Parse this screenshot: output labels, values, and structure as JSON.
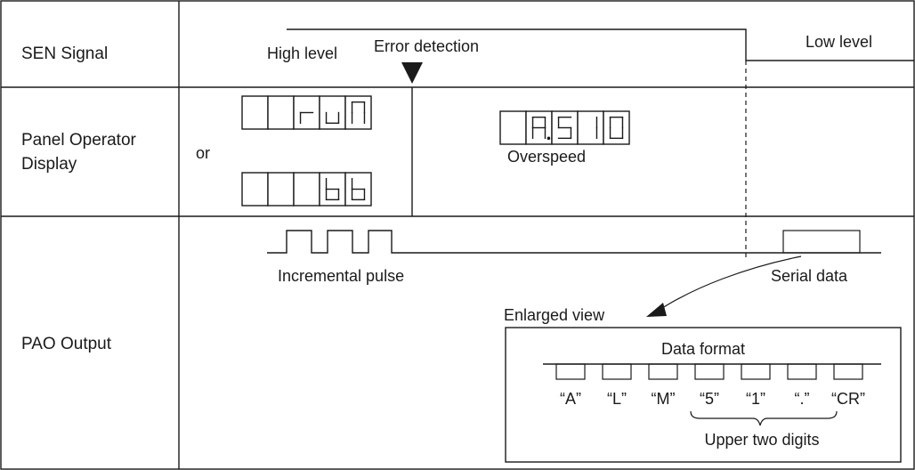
{
  "rows": {
    "sen_signal": "SEN Signal",
    "panel_display_line1": "Panel Operator",
    "panel_display_line2": "Display",
    "pao_output": "PAO Output"
  },
  "sen": {
    "high_level": "High level",
    "error_detection": "Error detection",
    "low_level": "Low level"
  },
  "panel": {
    "or": "or",
    "overspeed": "Overspeed",
    "display_run": [
      "",
      "",
      "r",
      "u",
      "n"
    ],
    "display_bb": [
      "",
      "",
      "",
      "b",
      "b"
    ],
    "display_alarm": [
      "",
      "A.",
      "5",
      "1",
      "0"
    ]
  },
  "pao": {
    "incremental_pulse": "Incremental pulse",
    "serial_data": "Serial data",
    "enlarged_view": "Enlarged view",
    "data_format": "Data format",
    "characters": [
      "“A”",
      "“L”",
      "“M”",
      "“5”",
      "“1”",
      "“.”",
      "“CR”"
    ],
    "upper_two_digits": "Upper two digits"
  },
  "colors": {
    "line": "#1a1a1a",
    "block_fill": "#bdbdbd"
  }
}
